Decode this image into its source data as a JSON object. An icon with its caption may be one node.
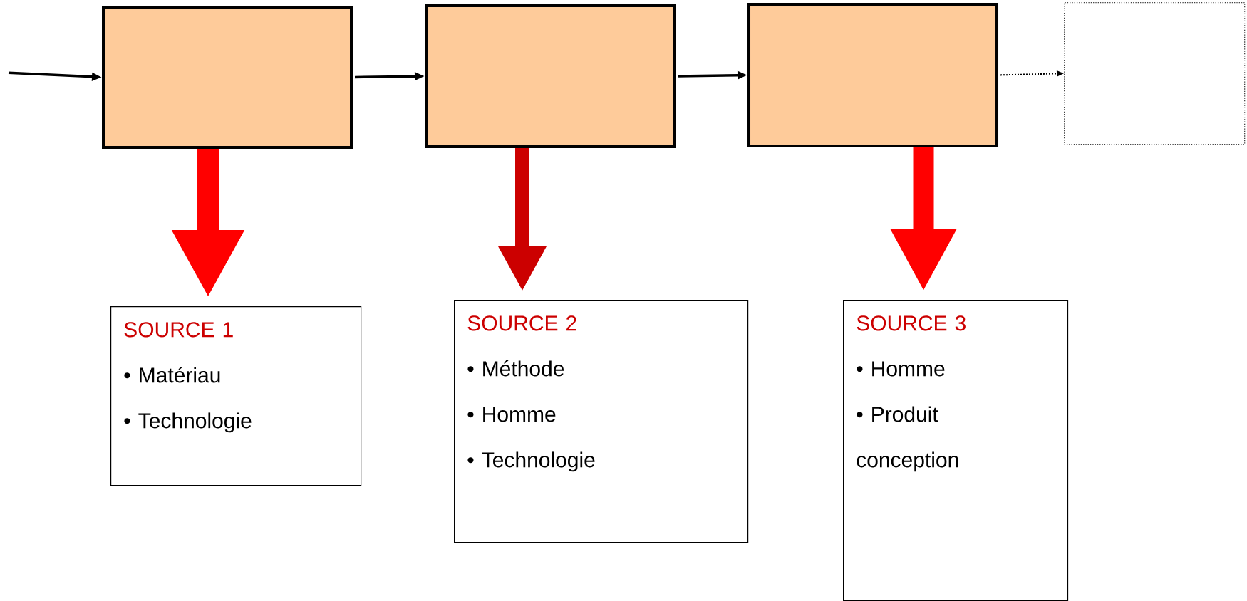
{
  "diagram": {
    "nodes": [
      {
        "text": [],
        "shape": "box"
      },
      {
        "text": [],
        "shape": "box"
      },
      {
        "text": [],
        "shape": "box"
      },
      {
        "text": [],
        "shape": "box"
      },
      {
        "text": [
          "SOURCE 1",
          "• Matériau",
          "• Technologie"
        ]
      },
      {
        "text": [
          "SOURCE 2",
          "• Méthode",
          "• Homme",
          "• Technologie"
        ]
      },
      {
        "text": [
          "SOURCE 3",
          "• Homme",
          "• Produit conception"
        ]
      }
    ],
    "edges": [
      {
        "from": null,
        "to": 0,
        "arrow": "to"
      },
      {
        "from": 0,
        "to": 1,
        "arrow": "to"
      },
      {
        "from": 1,
        "to": 2,
        "arrow": "to"
      },
      {
        "from": 2,
        "to": 3,
        "arrow": "to",
        "style": "dashed"
      },
      {
        "from": 0,
        "to": 4,
        "arrow": "to",
        "style": "thick",
        "color": "#ff0000"
      },
      {
        "from": 1,
        "to": 5,
        "arrow": "to",
        "style": "thick",
        "color": "#cc0000"
      },
      {
        "from": 2,
        "to": 6,
        "arrow": "to",
        "style": "thick",
        "color": "#ff0000"
      }
    ]
  }
}
